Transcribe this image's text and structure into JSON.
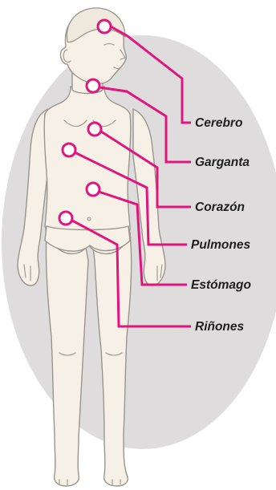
{
  "colors": {
    "accent": "#e0157e",
    "backdrop": "#dedcdc",
    "skin": "#f6f0e6",
    "outline": "#9a958d"
  },
  "figure": {
    "icon": "child-body-illustration"
  },
  "organs": [
    {
      "id": "brain",
      "label": "Cerebro"
    },
    {
      "id": "throat",
      "label": "Garganta"
    },
    {
      "id": "heart",
      "label": "Corazón"
    },
    {
      "id": "lungs",
      "label": "Pulmones"
    },
    {
      "id": "stomach",
      "label": "Estómago"
    },
    {
      "id": "kidneys",
      "label": "Riñones"
    }
  ]
}
